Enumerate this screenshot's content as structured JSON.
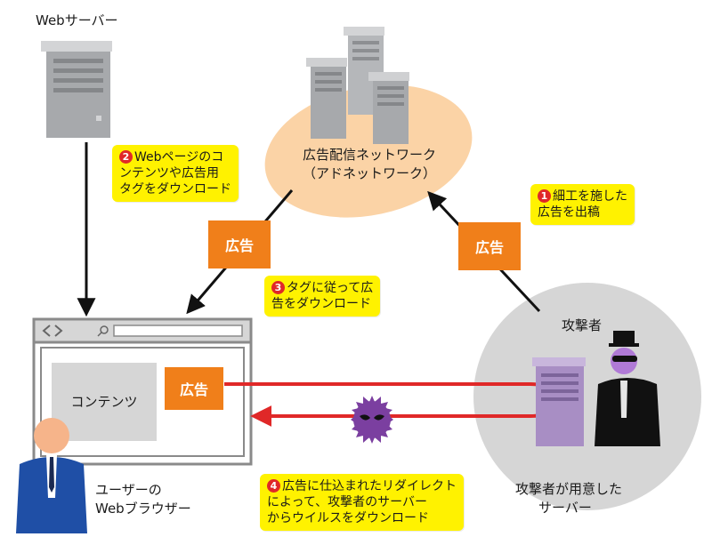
{
  "web_server": {
    "label": "Webサーバー"
  },
  "ad_network": {
    "line1": "広告配信ネットワーク",
    "line2": "（アドネットワーク）"
  },
  "attacker": {
    "label": "攻撃者"
  },
  "attacker_server": {
    "line1": "攻撃者が用意した",
    "line2": "サーバー"
  },
  "user": {
    "line1": "ユーザーの",
    "line2": "Webブラウザー"
  },
  "browser": {
    "content_label": "コンテンツ",
    "ad_label": "広告"
  },
  "ad_badges": {
    "left": "広告",
    "right": "広告"
  },
  "callouts": {
    "c1": {
      "num": "1",
      "line1": "細工を施した",
      "line2": "広告を出稿"
    },
    "c2": {
      "num": "2",
      "line1": "Webページのコ",
      "line2": "ンテンツや広告用",
      "line3": "タグをダウンロード"
    },
    "c3": {
      "num": "3",
      "line1": "タグに従って広",
      "line2": "告をダウンロード"
    },
    "c4": {
      "num": "4",
      "line1": "広告に仕込まれたリダイレクト",
      "line2": "によって、攻撃者のサーバー",
      "line3": "からウイルスをダウンロード"
    }
  },
  "colors": {
    "callout": "#fff200",
    "ad_box": "#f07f1a",
    "network_blob": "#fbd3a6",
    "attacker_circle": "#d6d6d6",
    "redirect_line": "#e02828",
    "server_gray": "#a7a9ac",
    "attacker_server": "#a88ec4",
    "virus": "#7b3fa0"
  }
}
